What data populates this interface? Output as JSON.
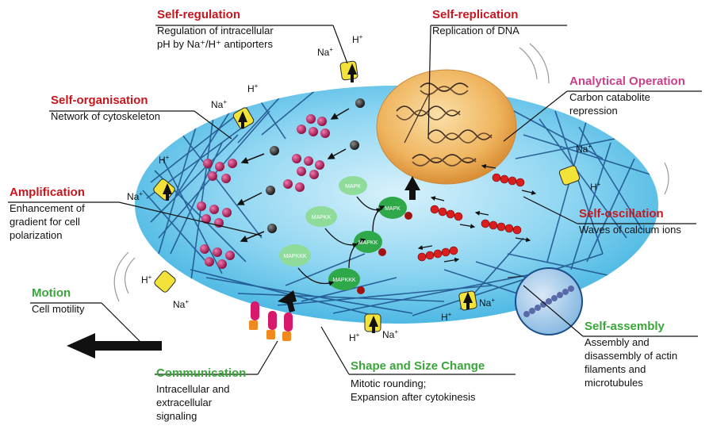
{
  "annotations": {
    "self_regulation": {
      "title": "Self-regulation",
      "line1": "Regulation of intracellular",
      "line2": "pH by Na⁺/H⁺ antiporters"
    },
    "self_replication": {
      "title": "Self-replication",
      "line1": "Replication of DNA"
    },
    "analytical_operation": {
      "title": "Analytical Operation",
      "line1": "Carbon catabolite",
      "line2": "repression"
    },
    "self_organisation": {
      "title": "Self-organisation",
      "line1": "Network of cytoskeleton"
    },
    "amplification": {
      "title": "Amplification",
      "line1": "Enhancement of",
      "line2": "gradient for cell",
      "line3": "polarization"
    },
    "self_oscillation": {
      "title": "Self-oscillation",
      "line1": "Waves of calcium ions"
    },
    "motion": {
      "title": "Motion",
      "line1": "Cell motility"
    },
    "self_assembly": {
      "title": "Self-assembly",
      "line1": "Assembly and",
      "line2": "disassembly of actin",
      "line3": "filaments and",
      "line4": "microtubules"
    },
    "communication": {
      "title": "Communication",
      "line1": "Intracellular and",
      "line2": "extracellular",
      "line3": "signaling"
    },
    "shape_size": {
      "title": "Shape and Size Change",
      "line1": "Mitotic rounding;",
      "line2": "Expansion after cytokinesis"
    }
  },
  "ions": {
    "na": "Na",
    "h": "H",
    "plus": "+"
  },
  "kinases": {
    "mapkkk": "MAPKKK",
    "mapkk": "MAPKK",
    "mapk": "MAPK"
  },
  "colors": {
    "red_title": "#c8161e",
    "green_title": "#3aa53a",
    "magenta_title": "#c8408a",
    "cell": "#5cc6ea",
    "nucleus": "#eeb25a",
    "kinase": "#2fa84a",
    "calcium": "#d81e1e"
  }
}
